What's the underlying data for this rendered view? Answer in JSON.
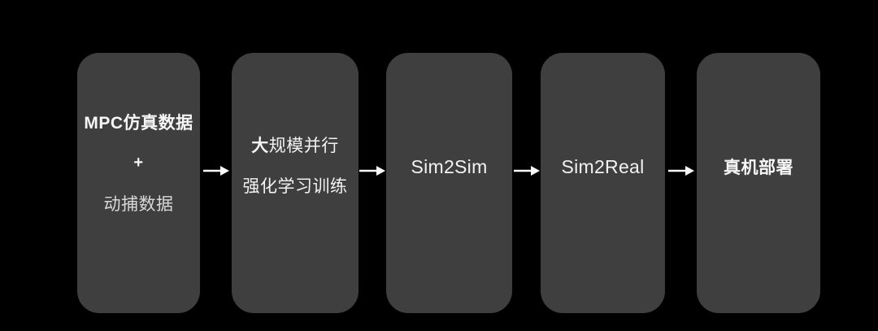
{
  "flow": {
    "background_color": "#000000",
    "box_color": "#3f3f3f",
    "primary_text_color": "#f2f2f2",
    "secondary_text_color": "#d8d8d8",
    "arrow_color": "#fafafa",
    "boxes": [
      {
        "id": "mpc-sim-data",
        "lines": [
          "MPC仿真数据",
          "+",
          "动捕数据"
        ]
      },
      {
        "id": "rl-training",
        "line1_bold": "大",
        "line1_rest": "规模并行",
        "line2": "强化学习训练"
      },
      {
        "id": "sim2sim",
        "label": "Sim2Sim"
      },
      {
        "id": "sim2real",
        "label": "Sim2Real"
      },
      {
        "id": "real-deploy",
        "label": "真机部署"
      }
    ],
    "connector": "arrow-right"
  }
}
